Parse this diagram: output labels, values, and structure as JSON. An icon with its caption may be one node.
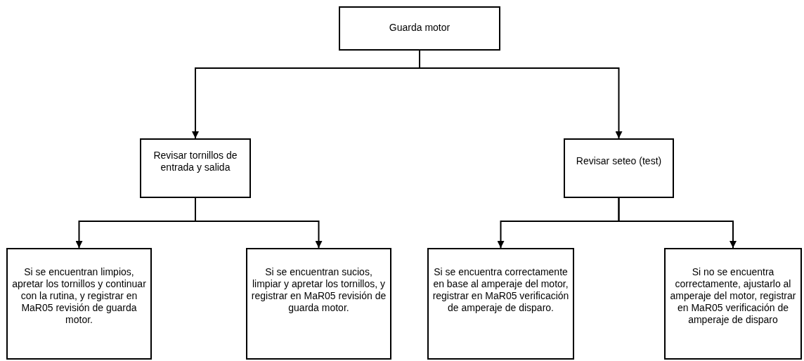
{
  "diagram": {
    "nodes": [
      {
        "text": [
          "Guarda motor"
        ]
      },
      {
        "text": [
          "Revisar tornillos de entrada y salida"
        ]
      },
      {
        "text": [
          "Revisar seteo (test)"
        ]
      },
      {
        "text": [
          "Si se encuentran limpios, apretar los tornillos y continuar con la rutina, y registrar en MaR05 revisión de guarda motor."
        ]
      },
      {
        "text": [
          "Si se encuentran sucios, limpiar y apretar los tornillos, y registrar en MaR05 revisión de guarda motor."
        ]
      },
      {
        "text": [
          "Si se encuentra correctamente en base al amperaje del motor, registrar en MaR05 verificación de amperaje de disparo."
        ]
      },
      {
        "text": [
          "Si no se encuentra correctamente, ajustarlo al amperaje del motor, registrar en MaR05 verificación de amperaje de disparo"
        ]
      }
    ],
    "edges": [
      {
        "from": 0,
        "to": 1,
        "arrow": "to"
      },
      {
        "from": 0,
        "to": 2,
        "arrow": "to"
      },
      {
        "from": 1,
        "to": 3,
        "arrow": "to"
      },
      {
        "from": 1,
        "to": 4,
        "arrow": "to"
      },
      {
        "from": 2,
        "to": 5,
        "arrow": "to"
      },
      {
        "from": 2,
        "to": 6,
        "arrow": "to"
      }
    ]
  }
}
